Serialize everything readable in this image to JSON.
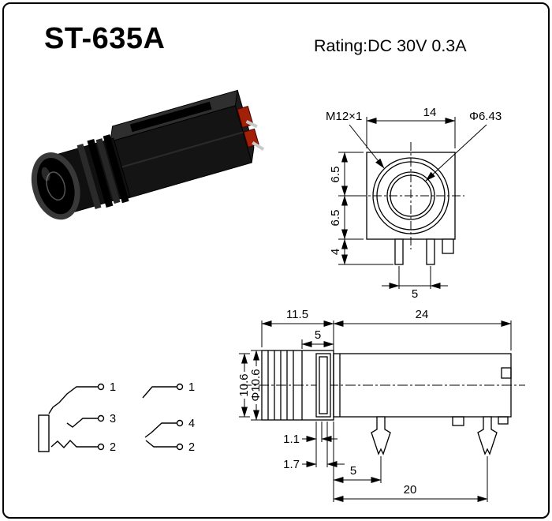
{
  "header": {
    "title": "ST-635A",
    "rating": "Rating:DC 30V 0.3A"
  },
  "colors": {
    "line": "#000000",
    "connector_body": "#141414",
    "red_accent": "#a32008"
  },
  "front_view": {
    "thread_label": "M12×1",
    "width": "14",
    "hole_dia": "Φ6.43",
    "upper_half": "6.5",
    "lower_half": "6.5",
    "pin_length": "4",
    "pin_pitch": "5"
  },
  "side_view": {
    "front_length": "11.5",
    "body_length": "24",
    "bushing_length": "5",
    "body_height": "10.6",
    "barrel_dia": "Φ10.6",
    "dim_1_1": "1.1",
    "dim_1_7": "1.7",
    "pin1_offset": "5",
    "pin2_offset": "20"
  },
  "schematic": {
    "left_pins": [
      "1",
      "3",
      "2"
    ],
    "right_pins": [
      "1",
      "4",
      "2"
    ]
  }
}
